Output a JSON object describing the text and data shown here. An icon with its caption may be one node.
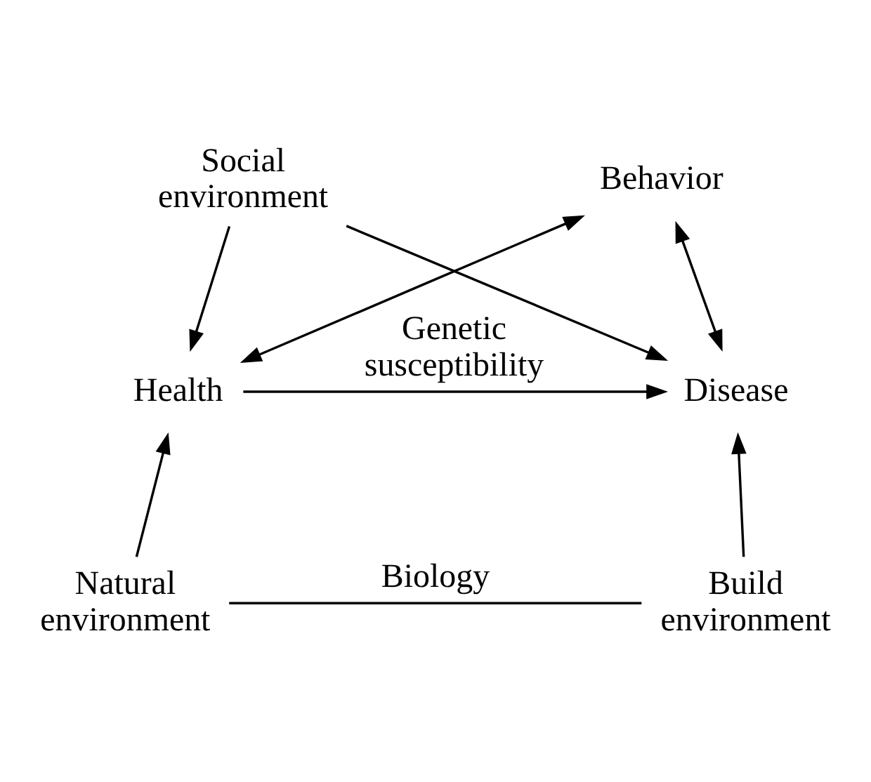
{
  "diagram": {
    "nodes": [
      {
        "text": [
          "Social environment"
        ]
      },
      {
        "text": [
          "Behavior"
        ]
      },
      {
        "text": [
          "Health"
        ]
      },
      {
        "text": [
          "Disease"
        ]
      },
      {
        "text": [
          "Natural environment"
        ]
      },
      {
        "text": [
          "Build environment"
        ]
      }
    ],
    "edges": [
      {
        "from": 0,
        "to": 2,
        "arrow": "to"
      },
      {
        "from": 0,
        "to": 3,
        "arrow": "to"
      },
      {
        "from": 2,
        "to": 1,
        "arrow": "both"
      },
      {
        "from": 3,
        "to": 1,
        "arrow": "both"
      },
      {
        "from": 2,
        "to": 3,
        "label": "Genetic susceptibility",
        "arrow": "to"
      },
      {
        "from": 4,
        "to": 2,
        "arrow": "to"
      },
      {
        "from": 5,
        "to": 3,
        "arrow": "to"
      },
      {
        "from": 4,
        "to": 5,
        "label": "Biology",
        "arrow": "none"
      }
    ]
  }
}
